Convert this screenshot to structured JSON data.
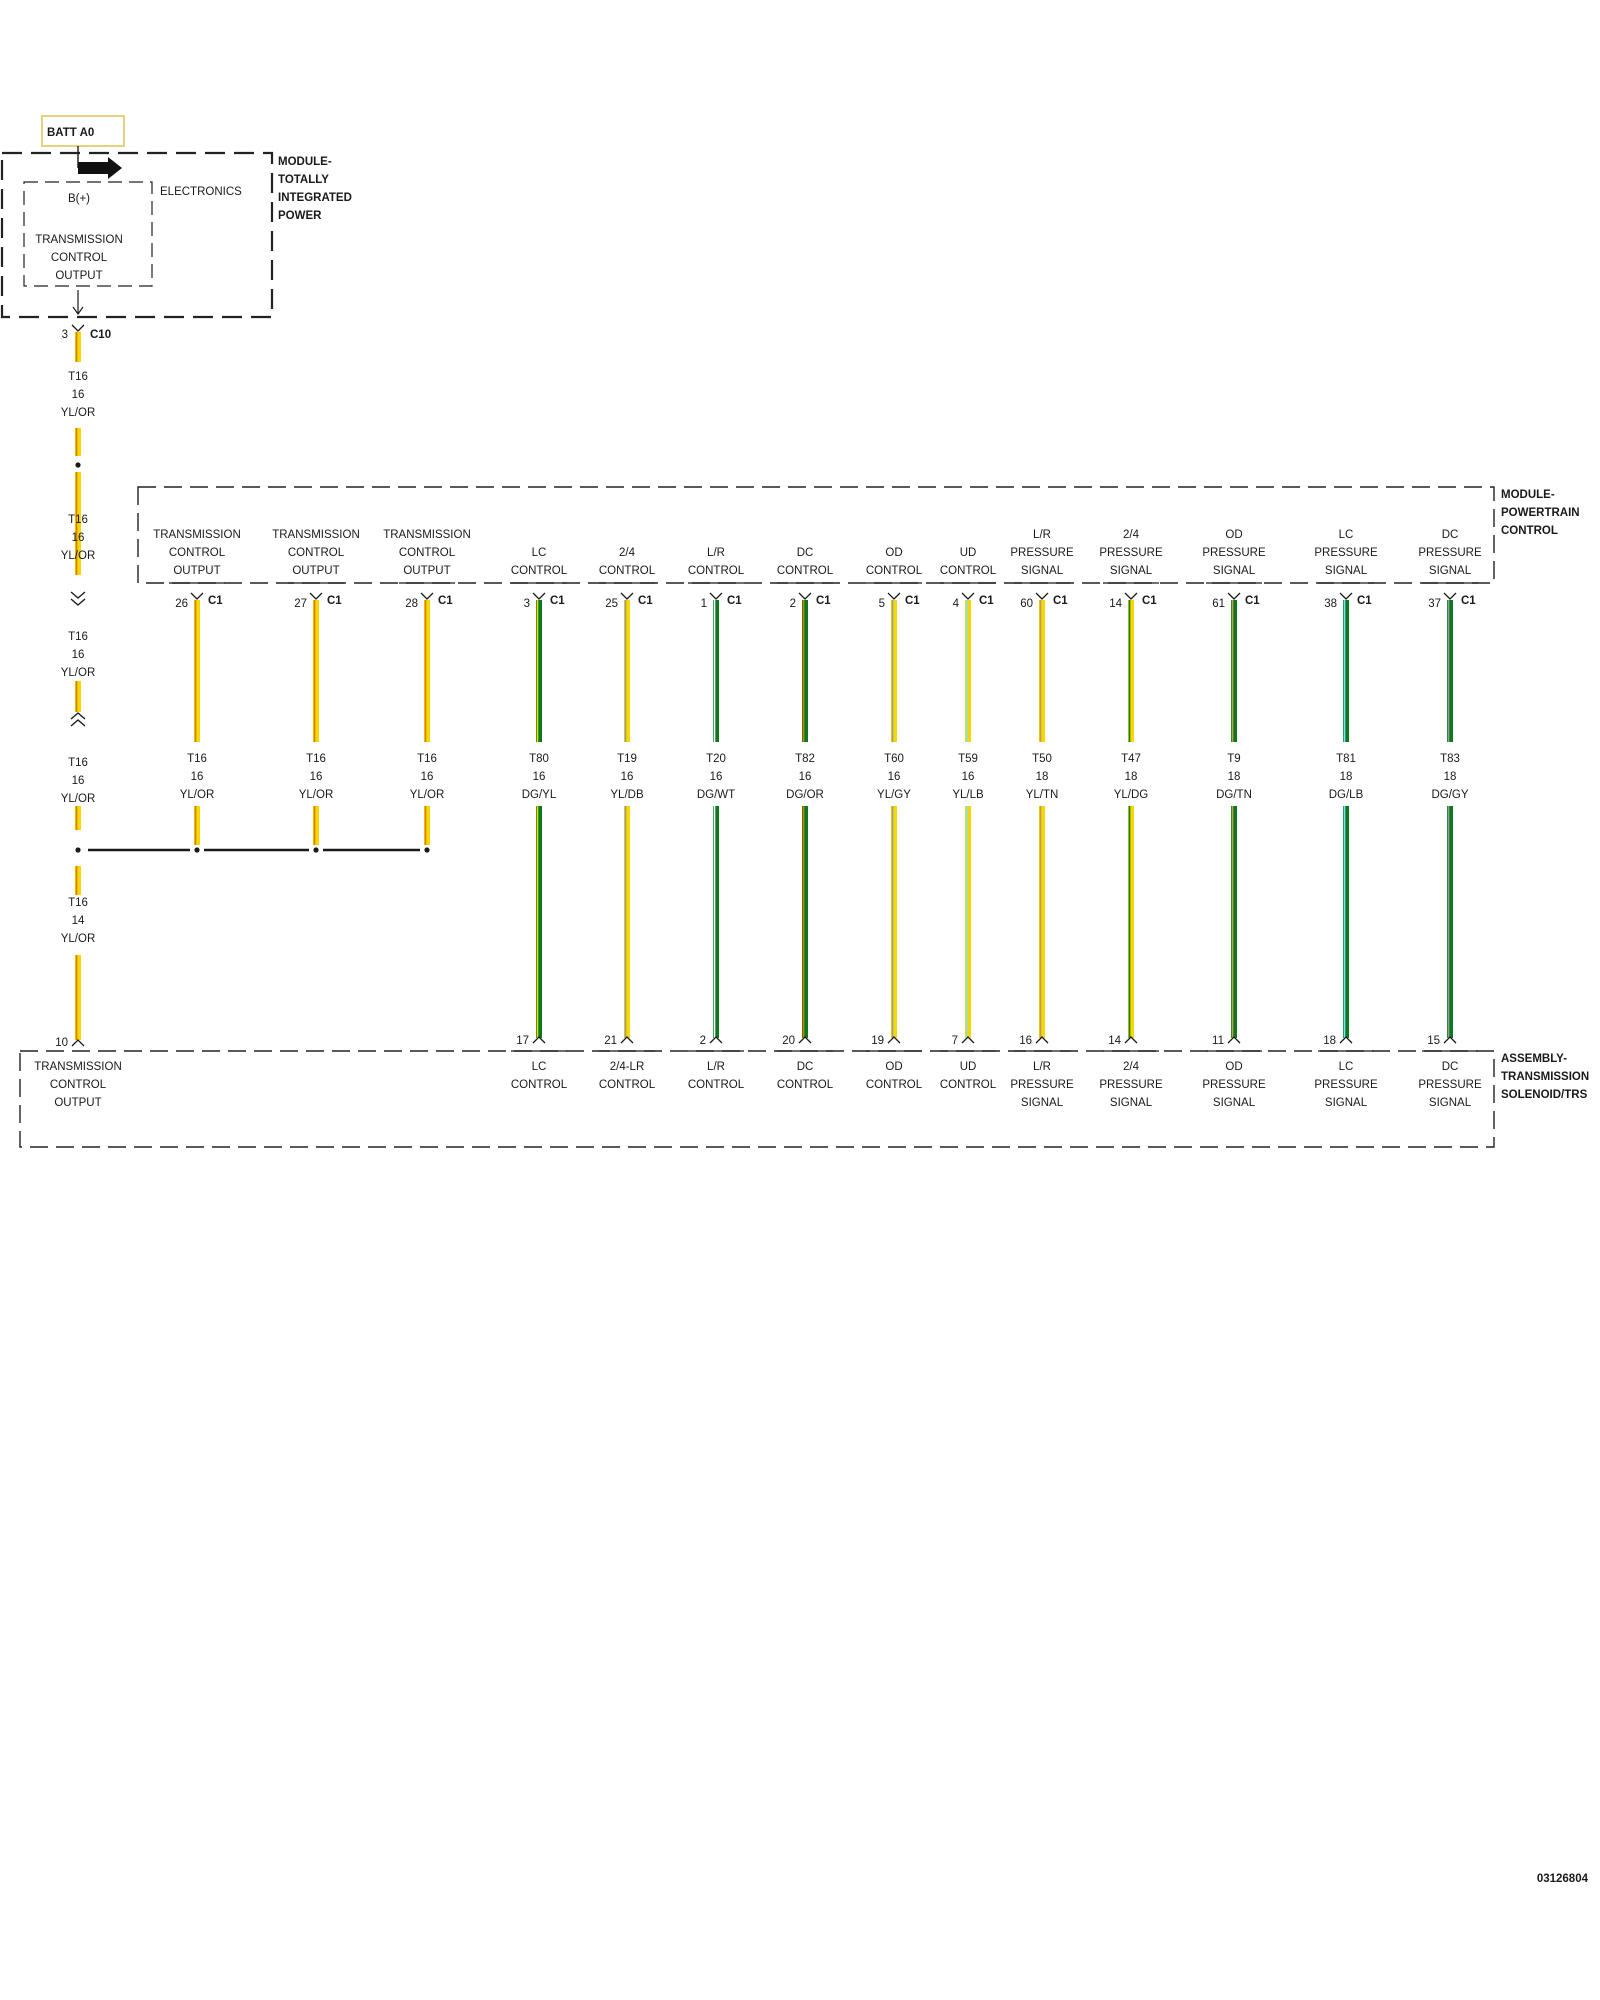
{
  "colors": {
    "line": "#1a1a1a",
    "dash": "#222222",
    "yellow": "#f5d800",
    "yellow_dark": "#c9a600",
    "green": "#0b7a1f",
    "light_blue": "#7fe3ff",
    "orange": "#e07a00",
    "tan": "#c49a54",
    "gray": "#9a9a9a",
    "white": "#ffffff",
    "batt_border": "#e6d27a"
  },
  "header": {
    "batt": "BATT A0",
    "tipm_name": [
      "MODULE-",
      "TOTALLY",
      "INTEGRATED",
      "POWER"
    ],
    "electronics": "ELECTRONICS",
    "bplus": "B(+)",
    "tipm_output": [
      "TRANSMISSION",
      "CONTROL",
      "OUTPUT"
    ],
    "tipm_pin": "3",
    "tipm_conn": "C10"
  },
  "feed_labels": [
    [
      "T16",
      "16",
      "YL/OR"
    ],
    [
      "T16",
      "16",
      "YL/OR"
    ],
    [
      "T16",
      "16",
      "YL/OR"
    ],
    [
      "T16",
      "16",
      "YL/OR"
    ],
    [
      "T16",
      "14",
      "YL/OR"
    ]
  ],
  "pcm": {
    "name": [
      "MODULE-",
      "POWERTRAIN",
      "CONTROL"
    ],
    "conn": "C1"
  },
  "trs": {
    "name": [
      "ASSEMBLY-",
      "TRANSMISSION",
      "SOLENOID/TRS"
    ],
    "left_pin": "10",
    "left_label": [
      "TRANSMISSION",
      "CONTROL",
      "OUTPUT"
    ]
  },
  "circuits": [
    {
      "pcm_label": [
        "TRANSMISSION",
        "CONTROL",
        "OUTPUT"
      ],
      "pcm_pin": "26",
      "wire": [
        "T16",
        "16",
        "YL/OR"
      ],
      "base": "yellow",
      "tracer": "orange"
    },
    {
      "pcm_label": [
        "TRANSMISSION",
        "CONTROL",
        "OUTPUT"
      ],
      "pcm_pin": "27",
      "wire": [
        "T16",
        "16",
        "YL/OR"
      ],
      "base": "yellow",
      "tracer": "orange"
    },
    {
      "pcm_label": [
        "TRANSMISSION",
        "CONTROL",
        "OUTPUT"
      ],
      "pcm_pin": "28",
      "wire": [
        "T16",
        "16",
        "YL/OR"
      ],
      "base": "yellow",
      "tracer": "orange"
    },
    {
      "pcm_label": [
        "LC",
        "CONTROL"
      ],
      "pcm_pin": "3",
      "wire": [
        "T80",
        "16",
        "DG/YL"
      ],
      "base": "green",
      "tracer": "yellow",
      "trs_pin": "17",
      "trs_label": [
        "LC",
        "CONTROL"
      ]
    },
    {
      "pcm_label": [
        "2/4",
        "CONTROL"
      ],
      "pcm_pin": "25",
      "wire": [
        "T19",
        "16",
        "YL/DB"
      ],
      "base": "yellow",
      "tracer": "gray",
      "trs_pin": "21",
      "trs_label": [
        "2/4-LR",
        "CONTROL"
      ]
    },
    {
      "pcm_label": [
        "L/R",
        "CONTROL"
      ],
      "pcm_pin": "1",
      "wire": [
        "T20",
        "16",
        "DG/WT"
      ],
      "base": "green",
      "tracer": "white",
      "trs_pin": "2",
      "trs_label": [
        "L/R",
        "CONTROL"
      ]
    },
    {
      "pcm_label": [
        "DC",
        "CONTROL"
      ],
      "pcm_pin": "2",
      "wire": [
        "T82",
        "16",
        "DG/OR"
      ],
      "base": "green",
      "tracer": "orange",
      "trs_pin": "20",
      "trs_label": [
        "DC",
        "CONTROL"
      ]
    },
    {
      "pcm_label": [
        "OD",
        "CONTROL"
      ],
      "pcm_pin": "5",
      "wire": [
        "T60",
        "16",
        "YL/GY"
      ],
      "base": "yellow",
      "tracer": "gray",
      "trs_pin": "19",
      "trs_label": [
        "OD",
        "CONTROL"
      ]
    },
    {
      "pcm_label": [
        "UD",
        "CONTROL"
      ],
      "pcm_pin": "4",
      "wire": [
        "T59",
        "16",
        "YL/LB"
      ],
      "base": "yellow",
      "tracer": "light_blue",
      "trs_pin": "7",
      "trs_label": [
        "UD",
        "CONTROL"
      ]
    },
    {
      "pcm_label": [
        "L/R",
        "PRESSURE",
        "SIGNAL"
      ],
      "pcm_pin": "60",
      "wire": [
        "T50",
        "18",
        "YL/TN"
      ],
      "base": "yellow",
      "tracer": "tan",
      "trs_pin": "16",
      "trs_label": [
        "L/R",
        "PRESSURE",
        "SIGNAL"
      ]
    },
    {
      "pcm_label": [
        "2/4",
        "PRESSURE",
        "SIGNAL"
      ],
      "pcm_pin": "14",
      "wire": [
        "T47",
        "18",
        "YL/DG"
      ],
      "base": "yellow",
      "tracer": "green",
      "trs_pin": "14",
      "trs_label": [
        "2/4",
        "PRESSURE",
        "SIGNAL"
      ]
    },
    {
      "pcm_label": [
        "OD",
        "PRESSURE",
        "SIGNAL"
      ],
      "pcm_pin": "61",
      "wire": [
        "T9",
        "18",
        "DG/TN"
      ],
      "base": "green",
      "tracer": "tan",
      "trs_pin": "11",
      "trs_label": [
        "OD",
        "PRESSURE",
        "SIGNAL"
      ]
    },
    {
      "pcm_label": [
        "LC",
        "PRESSURE",
        "SIGNAL"
      ],
      "pcm_pin": "38",
      "wire": [
        "T81",
        "18",
        "DG/LB"
      ],
      "base": "green",
      "tracer": "light_blue",
      "trs_pin": "18",
      "trs_label": [
        "LC",
        "PRESSURE",
        "SIGNAL"
      ]
    },
    {
      "pcm_label": [
        "DC",
        "PRESSURE",
        "SIGNAL"
      ],
      "pcm_pin": "37",
      "wire": [
        "T83",
        "18",
        "DG/GY"
      ],
      "base": "green",
      "tracer": "gray",
      "trs_pin": "15",
      "trs_label": [
        "DC",
        "PRESSURE",
        "SIGNAL"
      ]
    }
  ],
  "footer": {
    "diagram_id": "03126804"
  }
}
